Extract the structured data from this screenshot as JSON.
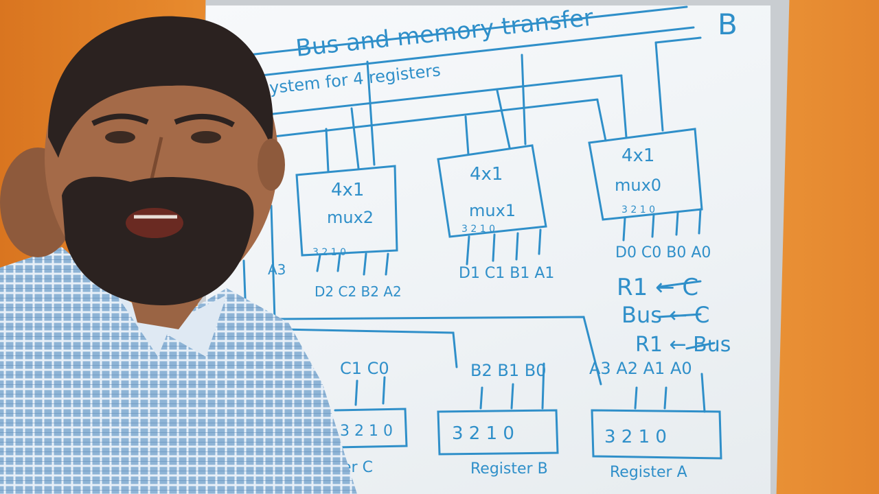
{
  "board": {
    "title": "Bus and memory transfer",
    "subtitle": "System for 4 registers",
    "corner_mark": "B",
    "muxes": [
      {
        "line1": "4x1",
        "line2": "mux2",
        "pins": "3 2 1 0",
        "inputs": "D2 C2 B2 A2"
      },
      {
        "line1": "4x1",
        "line2": "mux1",
        "pins": "3 2 1 0",
        "inputs": "D1 C1 B1 A1"
      },
      {
        "line1": "4x1",
        "line2": "mux0",
        "pins": "3 2 1 0",
        "inputs": "D0 C0 B0 A0"
      }
    ],
    "mux3_label": "A3",
    "statements": [
      "R1 ← C",
      "Bus ← C",
      "R1 ← Bus"
    ],
    "registers": [
      {
        "name": "Register C",
        "bits": "3 2 1 0",
        "outputs": "C1 C0"
      },
      {
        "name": "Register B",
        "bits": "3 2 1 0",
        "outputs": "B2 B1 B0"
      },
      {
        "name": "Register A",
        "bits": "3 2 1 0",
        "outputs": "A3 A2 A1 A0"
      }
    ]
  },
  "colors": {
    "wall": "#e8862a",
    "marker_ink": "#2f8fc9",
    "board": "#f2f5f7",
    "shirt": "#7fa6c9"
  }
}
